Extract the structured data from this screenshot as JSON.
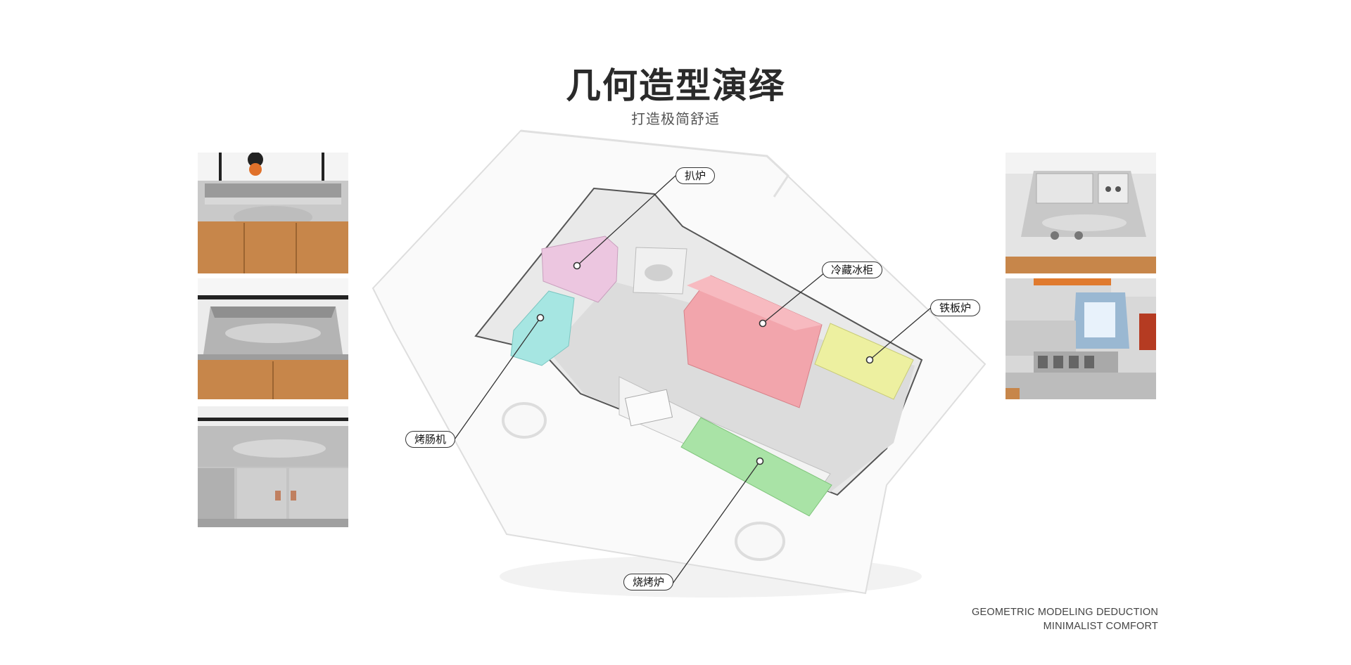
{
  "header": {
    "title": "几何造型演绎",
    "subtitle": "打造极简舒适"
  },
  "callouts": {
    "griddle": "扒炉",
    "fridge": "冷藏冰柜",
    "iron_plate": "铁板炉",
    "sausage": "烤肠机",
    "bbq": "烧烤炉"
  },
  "tagline": {
    "line1": "GEOMETRIC MODELING DEDUCTION",
    "line2": "MINIMALIST COMFORT"
  },
  "colors": {
    "griddle": "#ecc6e0",
    "fridge": "#f2a5ac",
    "iron_plate": "#edf0a0",
    "sausage": "#a6e6e2",
    "bbq": "#a9e3a6"
  }
}
